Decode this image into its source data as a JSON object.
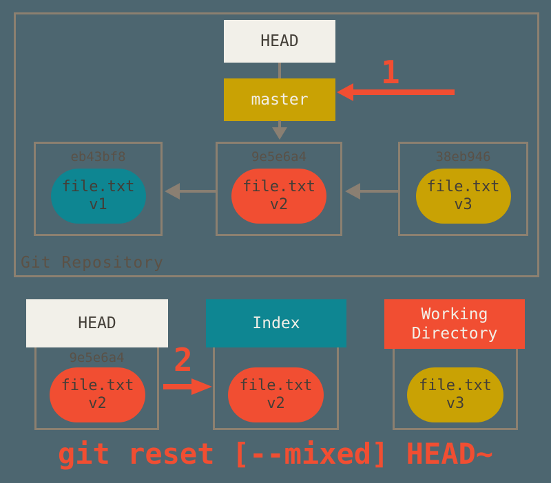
{
  "colors": {
    "bg": "#4d6670",
    "boxBorder": "#8c8070",
    "grayArrow": "#8a7f72",
    "red": "#f14e32",
    "teal": "#0e8692",
    "gold": "#c9a204",
    "offwhite": "#f2f0e9",
    "darkText": "#433e37",
    "lightText": "#f2efe7",
    "hashText": "#5a5147",
    "repoLabel": "#5c5145"
  },
  "repo": {
    "label": "Git Repository",
    "head": "HEAD",
    "branch": "master",
    "step1": "1",
    "commits": [
      {
        "hash": "eb43bf8",
        "file": "file.txt",
        "version": "v1"
      },
      {
        "hash": "9e5e6a4",
        "file": "file.txt",
        "version": "v2"
      },
      {
        "hash": "38eb946",
        "file": "file.txt",
        "version": "v3"
      }
    ]
  },
  "bottom": {
    "step2": "2",
    "head": {
      "title": "HEAD",
      "hash": "9e5e6a4",
      "file": "file.txt",
      "version": "v2"
    },
    "index": {
      "title": "Index",
      "file": "file.txt",
      "version": "v2"
    },
    "workdir": {
      "title": "Working Directory",
      "file": "file.txt",
      "version": "v3"
    }
  },
  "caption": "git reset [--mixed] HEAD~"
}
